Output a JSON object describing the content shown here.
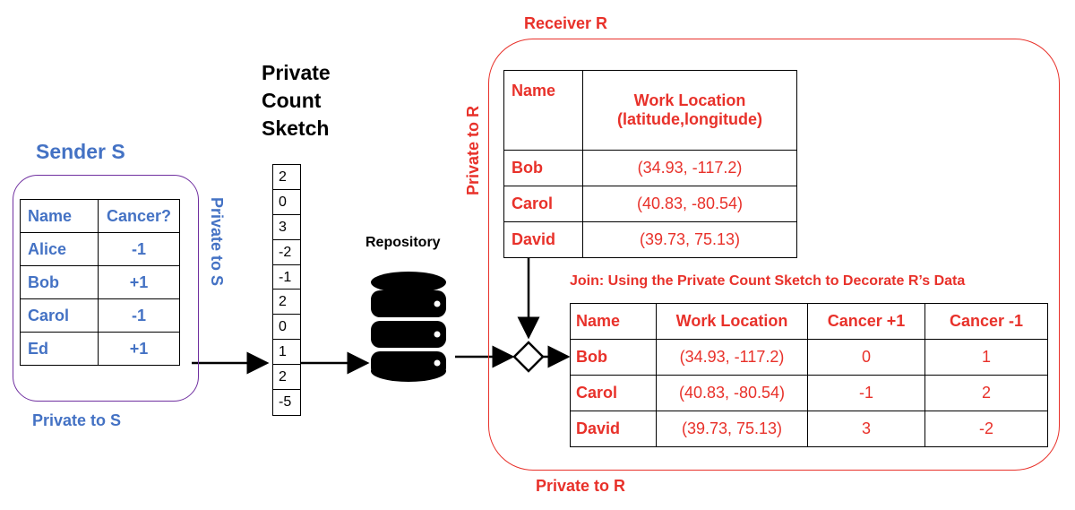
{
  "sender": {
    "title": "Sender S",
    "private_side": "Private to S",
    "private_bottom": "Private to S",
    "headers": [
      "Name",
      "Cancer?"
    ],
    "rows": [
      [
        "Alice",
        "-1"
      ],
      [
        "Bob",
        "+1"
      ],
      [
        "Carol",
        "-1"
      ],
      [
        "Ed",
        "+1"
      ]
    ]
  },
  "sketch": {
    "title_line1": "Private",
    "title_line2": "Count",
    "title_line3": "Sketch",
    "values": [
      "2",
      "0",
      "3",
      "-2",
      "-1",
      "2",
      "0",
      "1",
      "2",
      "-5"
    ]
  },
  "repository": {
    "label": "Repository"
  },
  "receiver": {
    "title": "Receiver R",
    "private_side": "Private to R",
    "private_bottom": "Private to R",
    "headers": [
      "Name",
      "Work Location",
      "(latitude,longitude)"
    ],
    "rows": [
      [
        "Bob",
        "(34.93, -117.2)"
      ],
      [
        "Carol",
        "(40.83, -80.54)"
      ],
      [
        "David",
        "(39.73, 75.13)"
      ]
    ]
  },
  "join": {
    "title": "Join: Using the Private Count Sketch to Decorate R’s Data",
    "headers": [
      "Name",
      "Work Location",
      "Cancer +1",
      "Cancer -1"
    ],
    "rows": [
      [
        "Bob",
        "(34.93, -117.2)",
        "0",
        "1"
      ],
      [
        "Carol",
        "(40.83, -80.54)",
        "-1",
        "2"
      ],
      [
        "David",
        "(39.73, 75.13)",
        "3",
        "-2"
      ]
    ]
  },
  "colors": {
    "sender": "#4472c4",
    "receiver": "#e8312a",
    "sender_border": "#7030a0"
  }
}
